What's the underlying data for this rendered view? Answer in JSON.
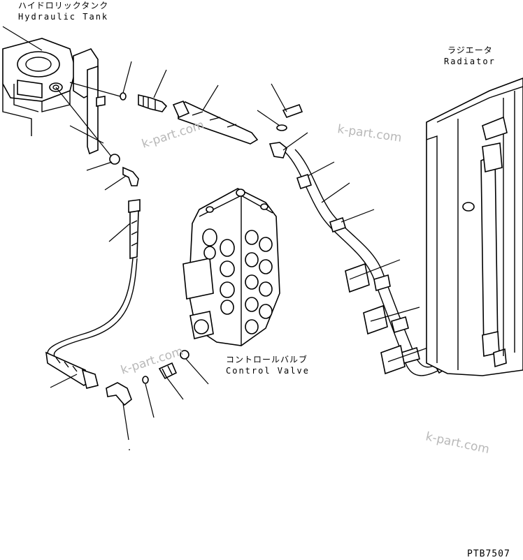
{
  "labels": {
    "hydraulic_tank_jp": "ハイドロリックタンク",
    "hydraulic_tank_en": "Hydraulic Tank",
    "radiator_jp": "ラジエータ",
    "radiator_en": "Radiator",
    "control_valve_jp": "コントロールバルブ",
    "control_valve_en": "Control Valve"
  },
  "watermarks": [
    "k-part.com",
    "k-part.com",
    "k-part.com",
    "k-part.com"
  ],
  "drawing_code": "PTB7507",
  "colors": {
    "line": "#000000",
    "watermark": "#b8b8b8",
    "background": "#ffffff"
  }
}
